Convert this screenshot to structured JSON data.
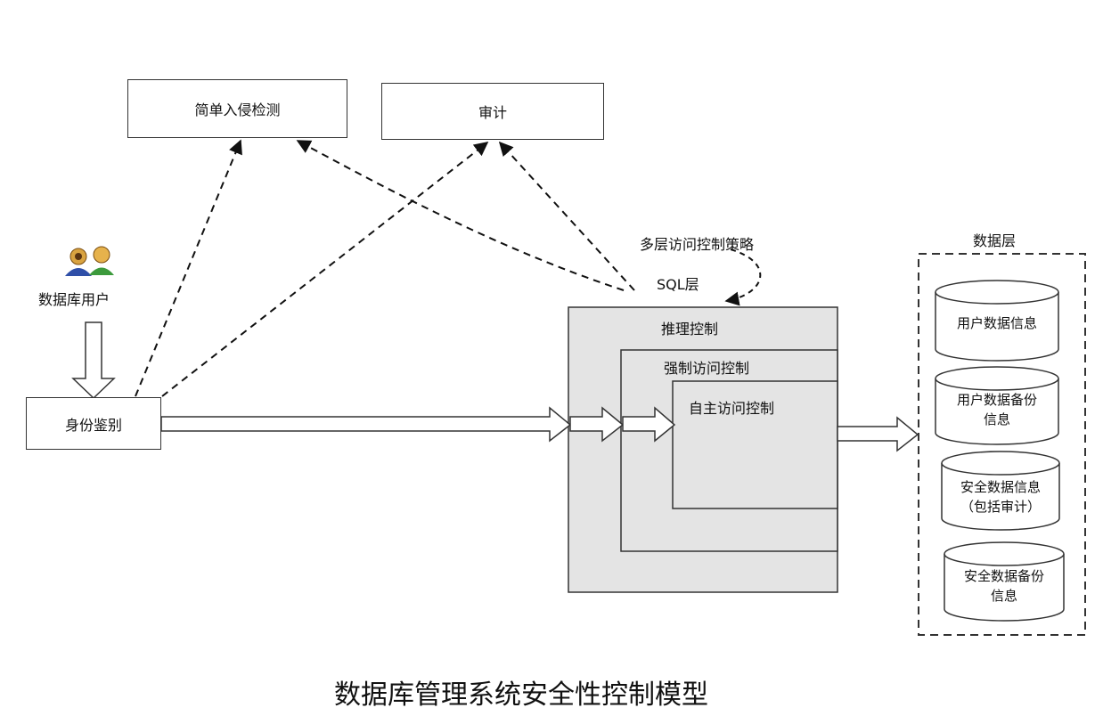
{
  "boxes": {
    "intrusion": "简单入侵检测",
    "audit": "审计",
    "auth": "身份鉴别"
  },
  "user_label": "数据库用户",
  "annotations": {
    "multi_layer": "多层访问控制策略",
    "sql_layer": "SQL层"
  },
  "layers": {
    "inference": "推理控制",
    "mandatory": "强制访问控制",
    "discretionary": "自主访问控制"
  },
  "data_layer": {
    "title": "数据层",
    "stores": [
      "用户数据信息",
      "用户数据备份\n信息",
      "安全数据信息\n（包括审计）",
      "安全数据备份\n信息"
    ]
  },
  "caption": "数据库管理系统安全性控制模型",
  "icons": {
    "user": "users-icon"
  }
}
